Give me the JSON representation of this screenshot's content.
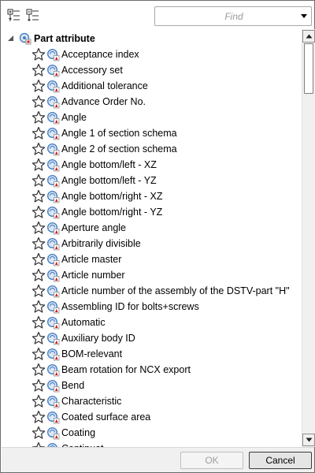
{
  "toolbar": {
    "expand_icon": "expand-all-icon",
    "collapse_icon": "collapse-all-icon",
    "find_placeholder": "Find"
  },
  "tree": {
    "root_label": "Part attribute",
    "items": [
      "Acceptance index",
      "Accessory set",
      "Additional tolerance",
      "Advance Order No.",
      "Angle",
      "Angle 1 of section schema",
      "Angle 2 of section schema",
      "Angle bottom/left - XZ",
      "Angle bottom/left - YZ",
      "Angle bottom/right - XZ",
      "Angle bottom/right - YZ",
      "Aperture angle",
      "Arbitrarily divisible",
      "Article master",
      "Article number",
      "Article number of the assembly of the DSTV-part \"H\"",
      "Assembling ID for bolts+screws",
      "Automatic",
      "Auxiliary body ID",
      "BOM-relevant",
      "Beam rotation for NCX export",
      "Bend",
      "Characteristic",
      "Coated surface area",
      "Coating",
      "Continuat..."
    ]
  },
  "footer": {
    "ok_label": "OK",
    "cancel_label": "Cancel"
  },
  "colors": {
    "icon_blue": "#4a7fc1",
    "icon_red": "#d01818",
    "disabled_text": "#a0a0a0"
  }
}
